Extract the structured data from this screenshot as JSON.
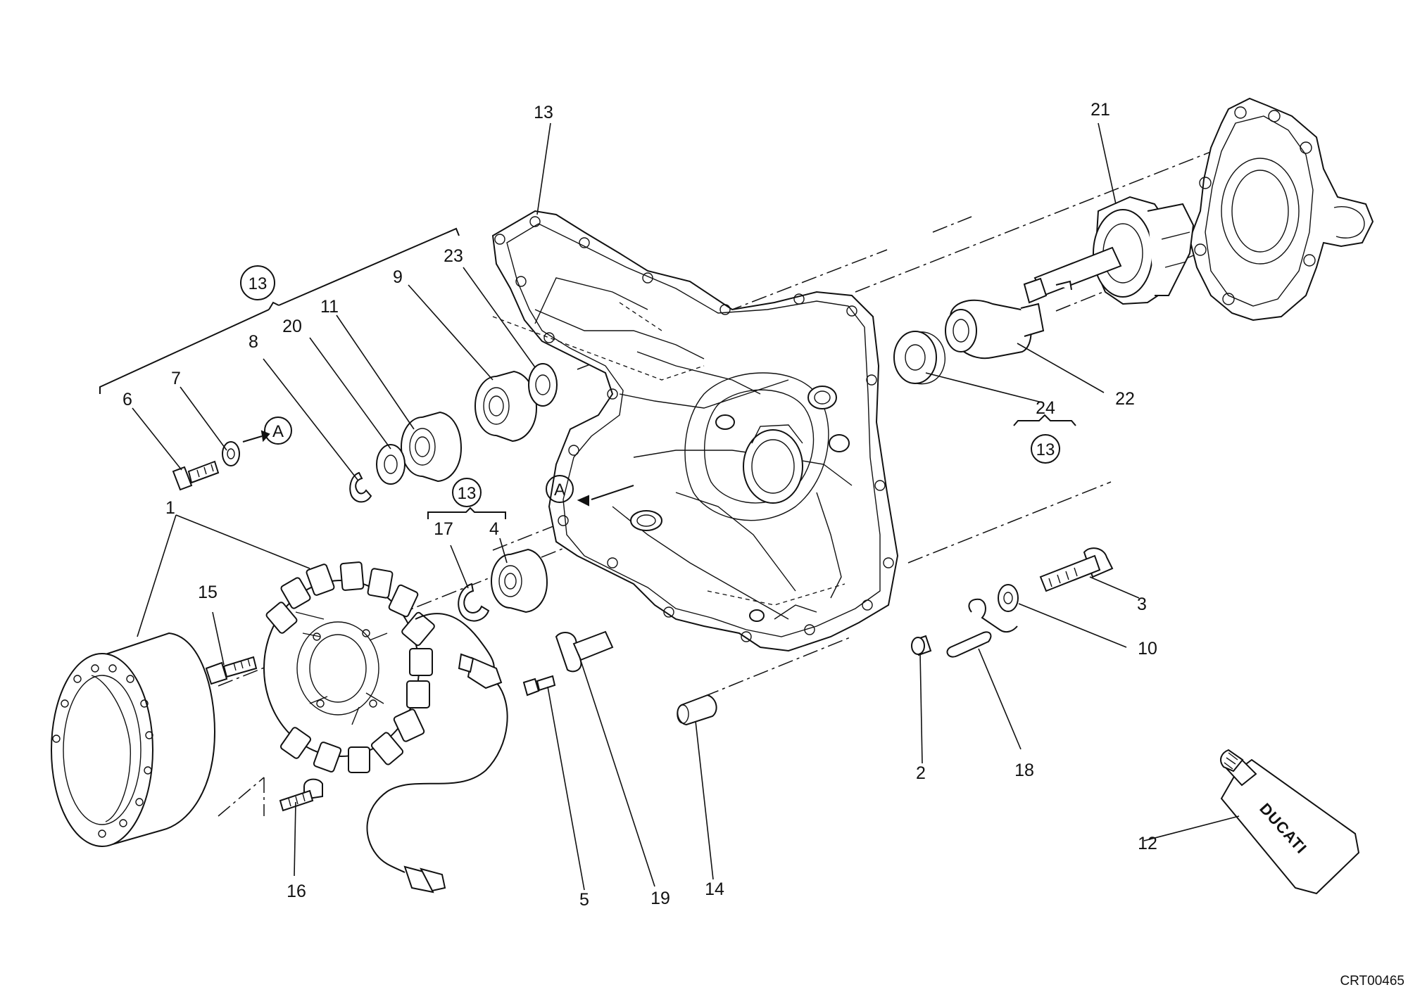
{
  "diagram": {
    "callouts": [
      "1",
      "2",
      "3",
      "4",
      "5",
      "6",
      "7",
      "8",
      "9",
      "10",
      "11",
      "12",
      "13",
      "14",
      "15",
      "16",
      "17",
      "18",
      "19",
      "20",
      "21",
      "22",
      "23",
      "24"
    ],
    "group_marker": "13",
    "reference_marker": "A",
    "tube_brand": "DUCATI",
    "drawing_code": "CRT00465"
  }
}
